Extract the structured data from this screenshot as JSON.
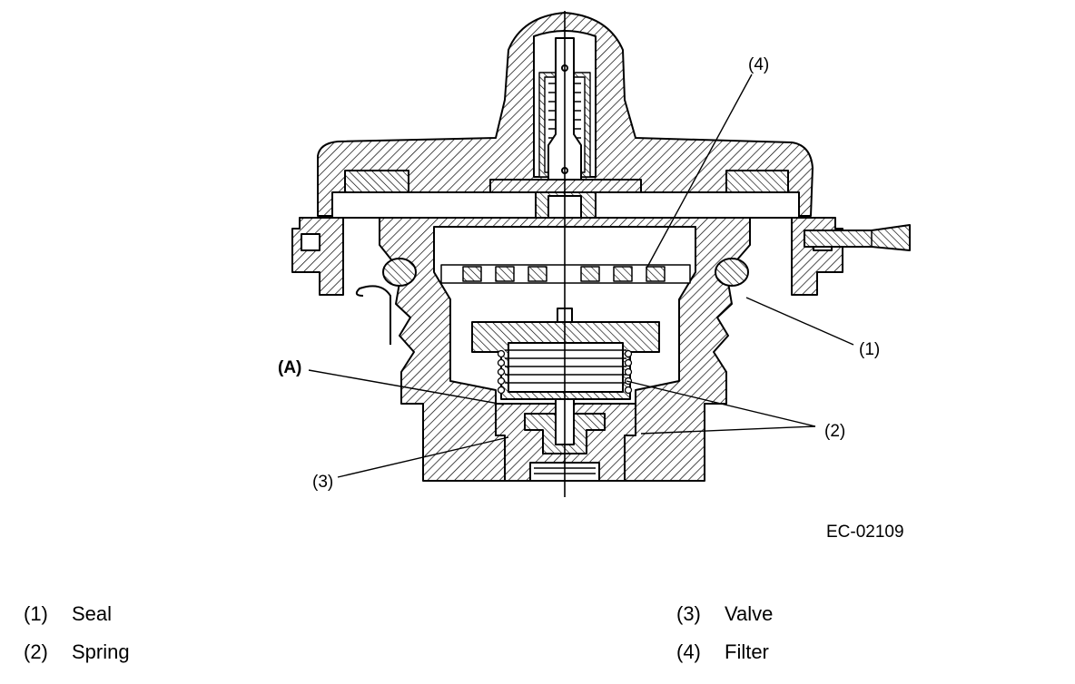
{
  "figure": {
    "code": "EC-02109",
    "callouts": {
      "c1": "(1)",
      "c2": "(2)",
      "c3": "(3)",
      "c4": "(4)",
      "cA": "(A)"
    }
  },
  "legend": [
    {
      "num": "(1)",
      "name": "Seal"
    },
    {
      "num": "(2)",
      "name": "Spring"
    },
    {
      "num": "(3)",
      "name": "Valve"
    },
    {
      "num": "(4)",
      "name": "Filter"
    }
  ],
  "colors": {
    "ink": "#000000",
    "paper": "#ffffff"
  }
}
